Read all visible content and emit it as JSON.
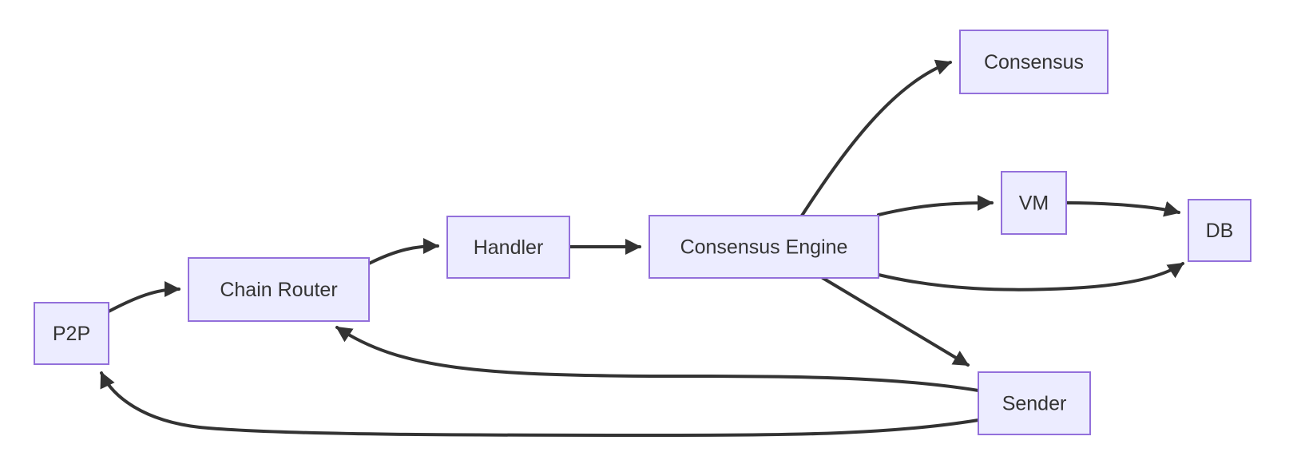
{
  "diagram": {
    "type": "flowchart",
    "direction": "left-to-right",
    "nodes": [
      {
        "id": "p2p",
        "label": "P2P"
      },
      {
        "id": "chain-router",
        "label": "Chain Router"
      },
      {
        "id": "handler",
        "label": "Handler"
      },
      {
        "id": "consensus-engine",
        "label": "Consensus Engine"
      },
      {
        "id": "consensus",
        "label": "Consensus"
      },
      {
        "id": "vm",
        "label": "VM"
      },
      {
        "id": "db",
        "label": "DB"
      },
      {
        "id": "sender",
        "label": "Sender"
      }
    ],
    "edges": [
      {
        "from": "p2p",
        "to": "chain-router"
      },
      {
        "from": "chain-router",
        "to": "handler"
      },
      {
        "from": "handler",
        "to": "consensus-engine"
      },
      {
        "from": "consensus-engine",
        "to": "consensus"
      },
      {
        "from": "consensus-engine",
        "to": "vm"
      },
      {
        "from": "vm",
        "to": "db"
      },
      {
        "from": "consensus-engine",
        "to": "db"
      },
      {
        "from": "consensus-engine",
        "to": "sender"
      },
      {
        "from": "sender",
        "to": "chain-router"
      },
      {
        "from": "sender",
        "to": "p2p"
      }
    ],
    "colors": {
      "node_fill": "#ECECFF",
      "node_border": "#9370DB",
      "edge": "#333333",
      "text": "#333333",
      "background": "#FFFFFF"
    }
  }
}
